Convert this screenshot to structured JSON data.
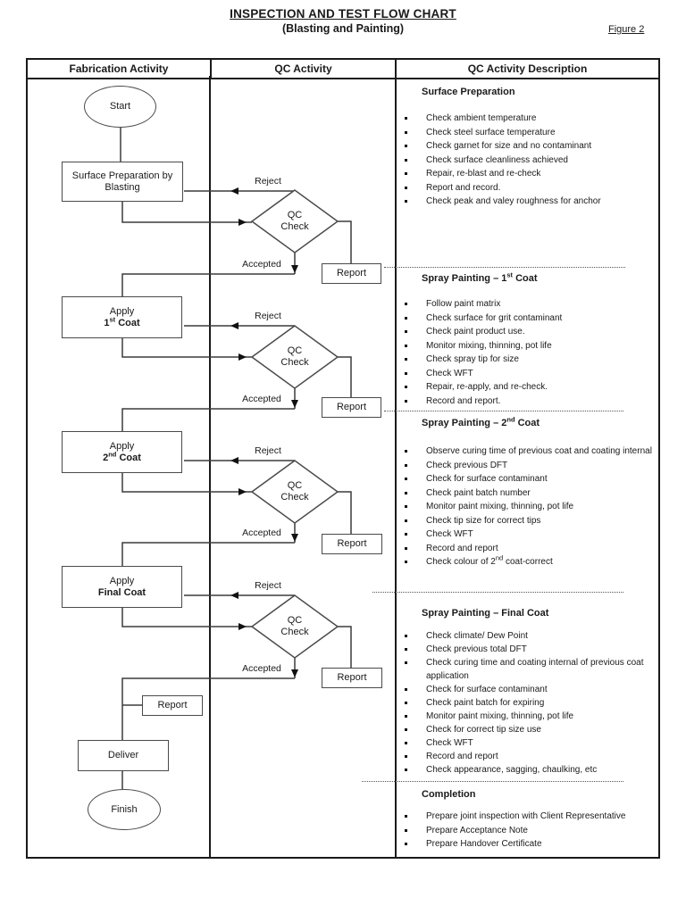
{
  "title": {
    "main": "INSPECTION AND TEST FLOW CHART",
    "subtitle": "(Blasting and Painting)",
    "figure": "Figure 2"
  },
  "columns": {
    "fabrication": "Fabrication Activity",
    "qc": "QC Activity",
    "description": "QC Activity Description"
  },
  "flow": {
    "start": "Start",
    "box1": "Surface Preparation by Blasting",
    "box2": {
      "line1": "Apply",
      "num": "1",
      "sup": "st",
      "rest": " Coat"
    },
    "box3": {
      "line1": "Apply",
      "num": "2",
      "sup": "nd",
      "rest": " Coat"
    },
    "box4": {
      "line1": "Apply",
      "line2": "Final Coat"
    },
    "qc_check": {
      "line1": "QC",
      "line2": "Check"
    },
    "reject_label": "Reject",
    "accepted_label": "Accepted",
    "report_label": "Report",
    "deliver": "Deliver",
    "finish": "Finish"
  },
  "sections": [
    {
      "title": "Surface Preparation",
      "items": [
        "Check ambient temperature",
        "Check steel surface temperature",
        "Check garnet for size and no contaminant",
        "Check surface cleanliness achieved",
        "Repair, re-blast and re-check",
        "Report and record.",
        "Check peak and valey roughness for anchor"
      ]
    },
    {
      "title_prefix": "Spray Painting – ",
      "num": "1",
      "sup": "st",
      "rest": " Coat",
      "items": [
        "Follow paint matrix",
        "Check surface for grit contaminant",
        "Check paint product use.",
        "Monitor mixing, thinning, pot life",
        "Check spray tip for size",
        "Check WFT",
        "Repair, re-apply, and re-check.",
        "Record and report."
      ]
    },
    {
      "title_prefix": "Spray Painting – ",
      "num": "2",
      "sup": "nd",
      "rest": " Coat",
      "items": [
        "Observe curing time of previous coat and coating internal",
        "Check previous DFT",
        "Check for surface contaminant",
        "Check paint batch number",
        "Monitor paint mixing, thinning, pot life",
        "Check tip size for correct tips",
        "Check WFT",
        "Record and report"
      ],
      "last_item": {
        "pre": "Check colour of 2",
        "sup": "nd",
        "post": " coat-correct"
      }
    },
    {
      "title": "Spray Painting – Final Coat",
      "items": [
        "Check climate/ Dew Point",
        "Check previous total DFT",
        "Check curing time and coating internal of previous coat application",
        "Check for surface contaminant",
        "Check paint batch for expiring",
        "Monitor paint mixing, thinning, pot life",
        "Check for correct tip size use",
        "Check WFT",
        "Record and report",
        "Check appearance, sagging, chaulking, etc"
      ]
    },
    {
      "title": "Completion",
      "items": [
        "Prepare joint inspection with Client Representative",
        "Prepare Acceptance Note",
        "Prepare Handover Certificate"
      ]
    }
  ],
  "colors": {
    "ink": "#1a1a1a",
    "line": "#3c3c3c"
  }
}
